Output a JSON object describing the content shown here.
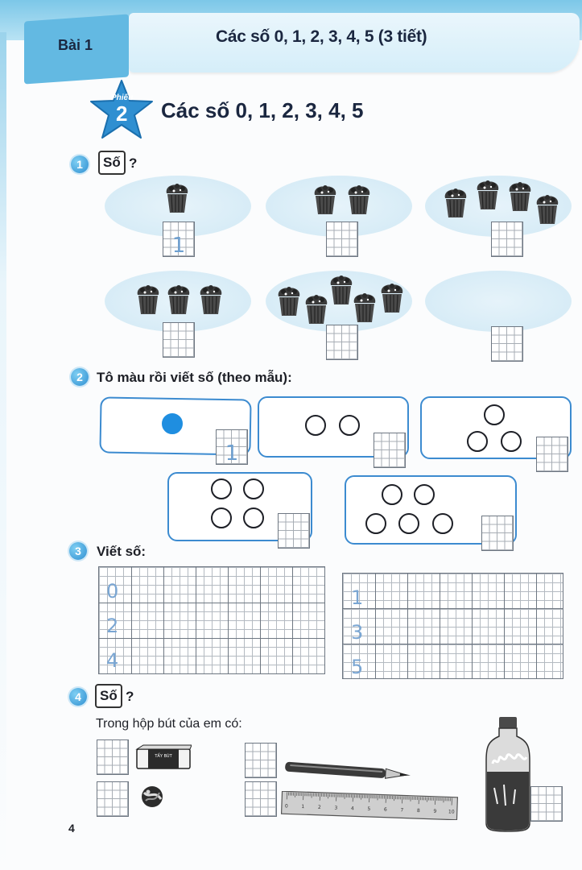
{
  "header": {
    "lesson_label": "Bài 1",
    "lesson_title": "Các số 0, 1, 2, 3, 4, 5 (3 tiết)"
  },
  "sheet": {
    "label": "Phiếu",
    "number": "2",
    "title": "Các số 0, 1, 2, 3, 4, 5"
  },
  "exercises": {
    "ex1": {
      "number": "1",
      "so_label": "Số",
      "qmark": "?",
      "groups": [
        {
          "count": 1,
          "answer": "1"
        },
        {
          "count": 2,
          "answer": ""
        },
        {
          "count": 4,
          "answer": ""
        },
        {
          "count": 3,
          "answer": ""
        },
        {
          "count": 5,
          "answer": ""
        },
        {
          "count": 0,
          "answer": ""
        }
      ]
    },
    "ex2": {
      "number": "2",
      "title": "Tô màu rồi viết số (theo mẫu):",
      "sample_answer": "1"
    },
    "ex3": {
      "number": "3",
      "title": "Viết số:",
      "left_digits": [
        "0",
        "2",
        "4"
      ],
      "right_digits": [
        "1",
        "3",
        "5"
      ]
    },
    "ex4": {
      "number": "4",
      "so_label": "Số",
      "qmark": "?",
      "prompt": "Trong hộp bút của em có:",
      "eraser_text": "TẨY BÚT",
      "ruler_ticks": [
        "0",
        "1",
        "2",
        "3",
        "4",
        "5",
        "6",
        "7",
        "8",
        "9",
        "10"
      ]
    }
  },
  "footer": {
    "page_number": "4"
  }
}
